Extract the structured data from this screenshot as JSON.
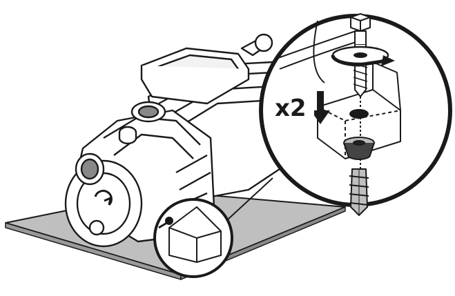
{
  "diagram": {
    "callout": {
      "quantity_label": "x2"
    },
    "parts": [
      {
        "name": "pump-body"
      },
      {
        "name": "mounting-base-plate"
      },
      {
        "name": "hex-bolt"
      },
      {
        "name": "washer"
      },
      {
        "name": "rubber-spacer"
      },
      {
        "name": "wall-plug"
      },
      {
        "name": "mounting-foot"
      }
    ],
    "icons": [
      "rotation-arrow-icon",
      "down-arrow-icon"
    ],
    "colors": {
      "line": "#1a1a1a",
      "base_fill": "#bfbfbf",
      "background": "#ffffff",
      "shadow": "#d9d9d9"
    }
  }
}
